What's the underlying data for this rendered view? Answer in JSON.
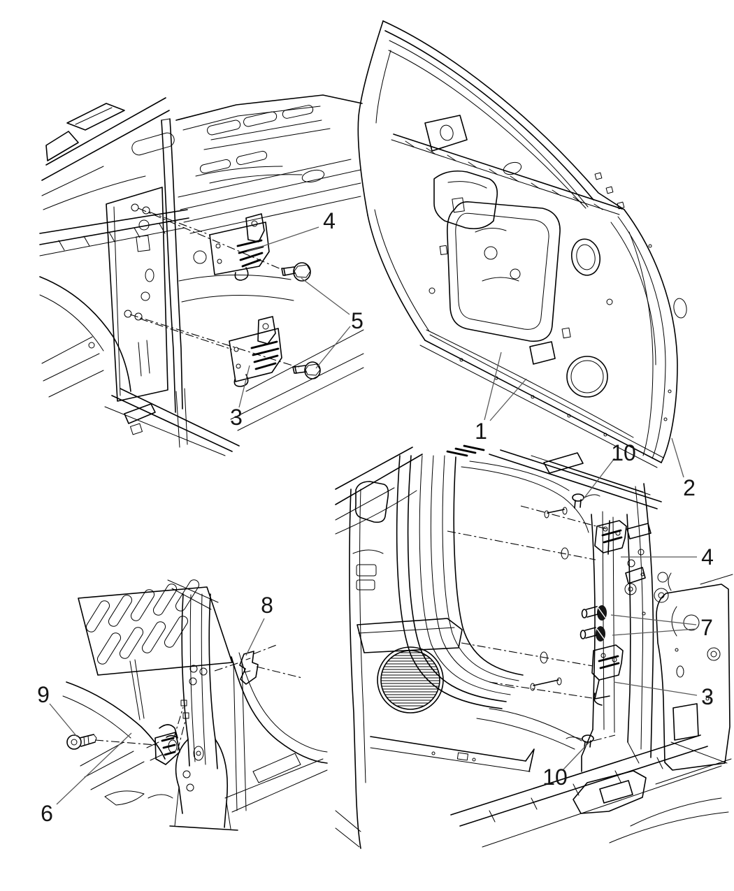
{
  "figure": {
    "type": "exploded-parts-line-diagram",
    "colors": {
      "background": "#ffffff",
      "line": "#000000",
      "leader_line": "#595959",
      "callout_text": "#141414"
    }
  },
  "callouts": [
    {
      "label": "4"
    },
    {
      "label": "5"
    },
    {
      "label": "3"
    },
    {
      "label": "1"
    },
    {
      "label": "2"
    },
    {
      "label": "8"
    },
    {
      "label": "9"
    },
    {
      "label": "6"
    },
    {
      "label": "10"
    },
    {
      "label": "4"
    },
    {
      "label": "7"
    },
    {
      "label": "3"
    },
    {
      "label": "10"
    }
  ]
}
